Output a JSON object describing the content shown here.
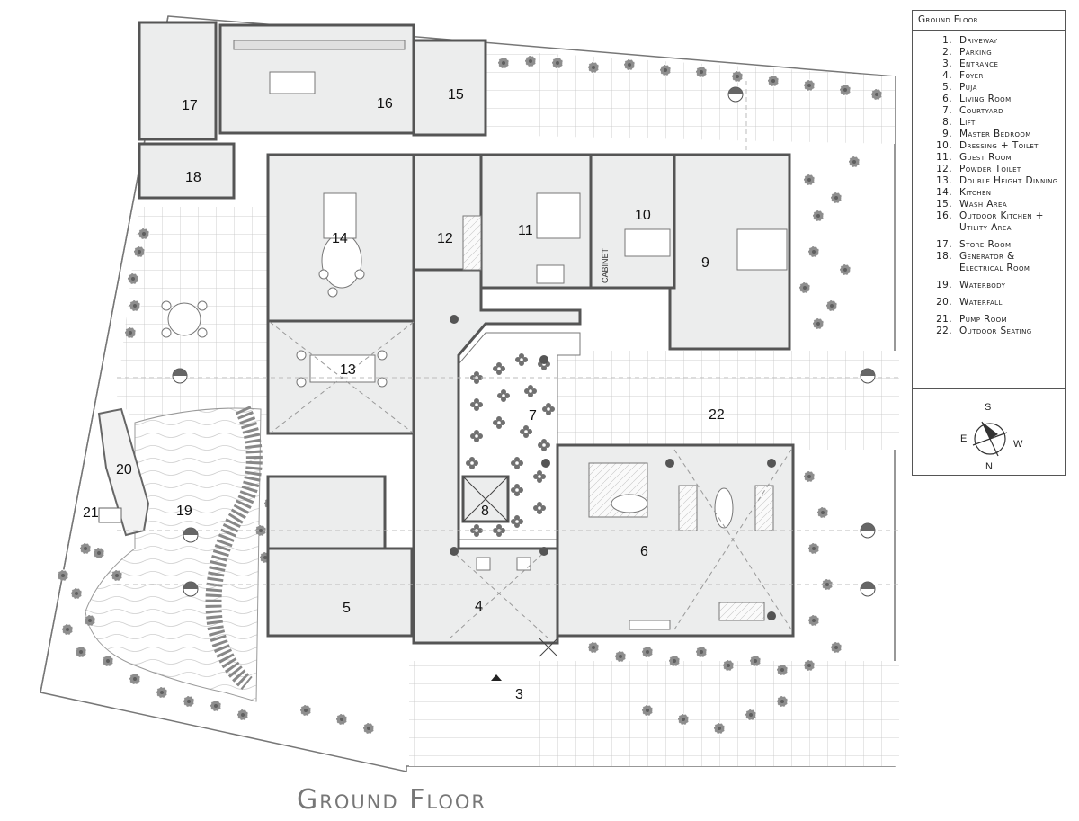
{
  "title": "Ground Floor",
  "legend": {
    "title": "Ground Floor",
    "items": [
      {
        "num": "1.",
        "label": "Driveway"
      },
      {
        "num": "2.",
        "label": "Parking"
      },
      {
        "num": "3.",
        "label": "Entrance"
      },
      {
        "num": "4.",
        "label": "Foyer"
      },
      {
        "num": "5.",
        "label": "Puja"
      },
      {
        "num": "6.",
        "label": "Living Room"
      },
      {
        "num": "7.",
        "label": "Courtyard"
      },
      {
        "num": "8.",
        "label": "Lift"
      },
      {
        "num": "9.",
        "label": "Master Bedroom"
      },
      {
        "num": "10.",
        "label": "Dressing + Toilet"
      },
      {
        "num": "11.",
        "label": "Guest Room"
      },
      {
        "num": "12.",
        "label": "Powder Toilet"
      },
      {
        "num": "13.",
        "label": "Double Height Dinning"
      },
      {
        "num": "14.",
        "label": "Kitchen"
      },
      {
        "num": "15.",
        "label": "Wash Area"
      },
      {
        "num": "16.",
        "label": "Outdoor Kitchen + Utility Area"
      },
      {
        "num": "17.",
        "label": "Store Room"
      },
      {
        "num": "18.",
        "label": "Generator & Electrical Room"
      },
      {
        "num": "19.",
        "label": "Waterbody"
      },
      {
        "num": "20.",
        "label": "Waterfall"
      },
      {
        "num": "21.",
        "label": "Pump Room"
      },
      {
        "num": "22.",
        "label": "Outdoor Seating"
      }
    ]
  },
  "compass": {
    "n": "N",
    "s": "S",
    "e": "E",
    "w": "W"
  },
  "room_labels": [
    "3",
    "4",
    "5",
    "6",
    "7",
    "8",
    "9",
    "10",
    "11",
    "12",
    "13",
    "14",
    "15",
    "16",
    "17",
    "18",
    "19",
    "20",
    "21",
    "22"
  ],
  "plan_text": {
    "cabinet": "CABINET"
  },
  "colors": {
    "wall": "#555555",
    "room_fill": "#eceded",
    "landscape": "#9a9a9a",
    "paving": "#bdbdbd"
  }
}
